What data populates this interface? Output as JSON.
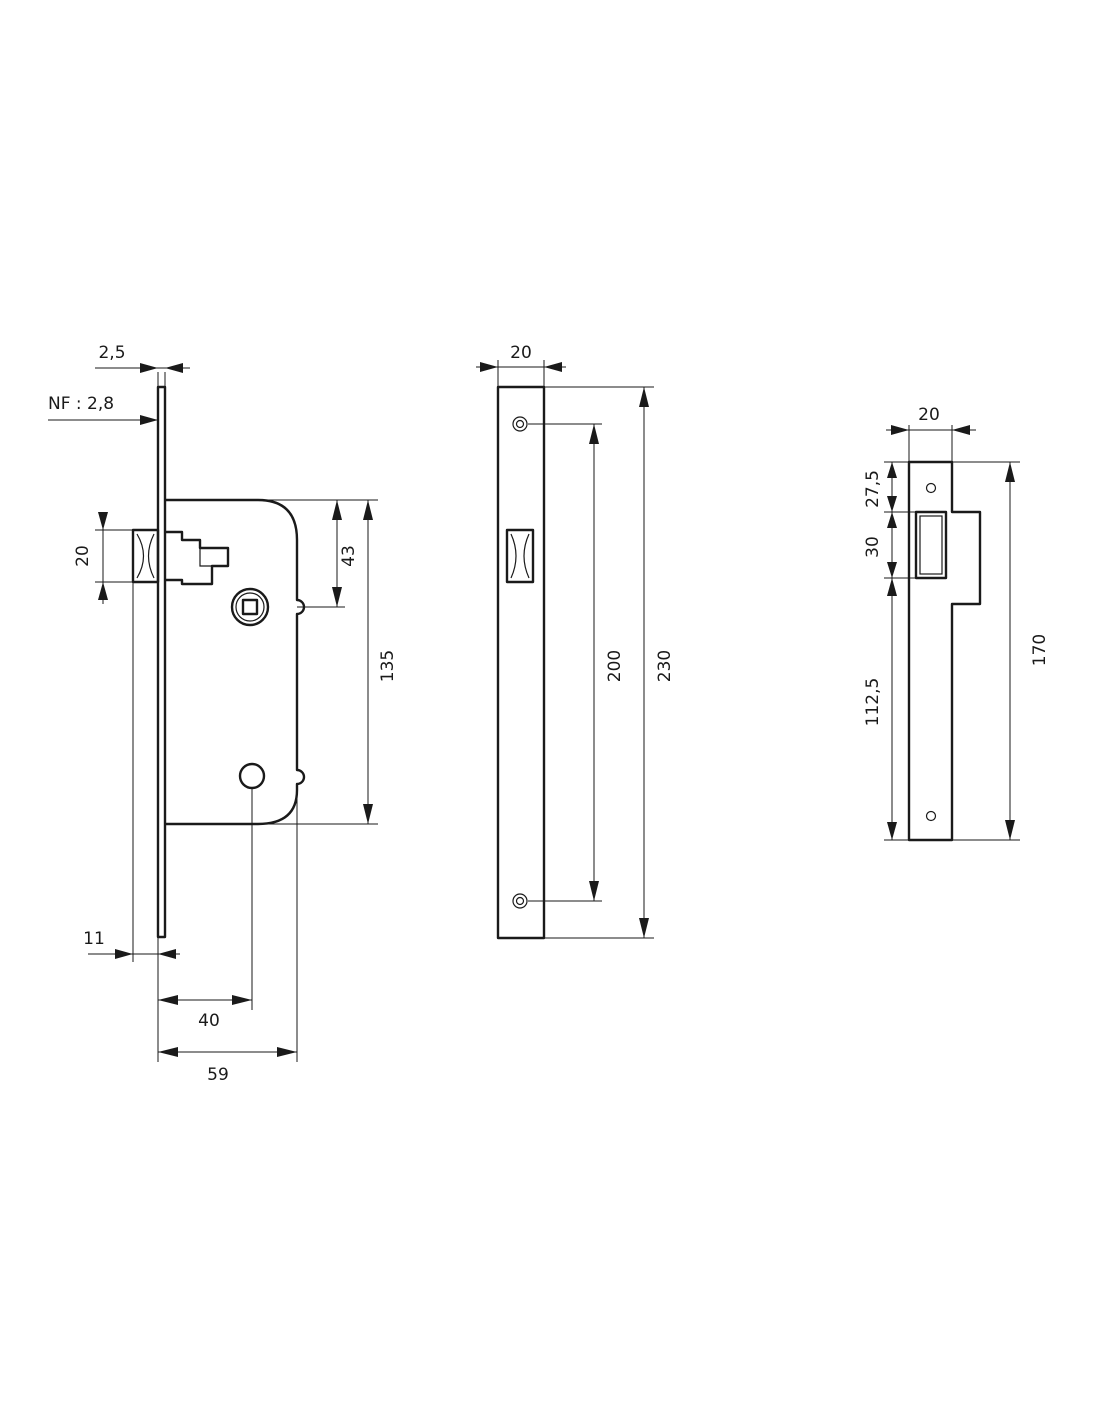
{
  "colors": {
    "ink": "#1a1a1a",
    "background": "#ffffff"
  },
  "dimensions": {
    "lock_body": {
      "faceplate_thickness": "2,5",
      "faceplate_thickness_nf": "NF : 2,8",
      "latch_height": "20",
      "spindle_from_top": "43",
      "case_height": "135",
      "latch_projection": "11",
      "backset": "40",
      "case_depth": "59"
    },
    "faceplate": {
      "width": "20",
      "screw_spacing": "200",
      "length": "230"
    },
    "strike_plate": {
      "width": "20",
      "top_to_opening": "27,5",
      "opening_height": "30",
      "opening_to_bottom": "112,5",
      "length": "170"
    }
  }
}
